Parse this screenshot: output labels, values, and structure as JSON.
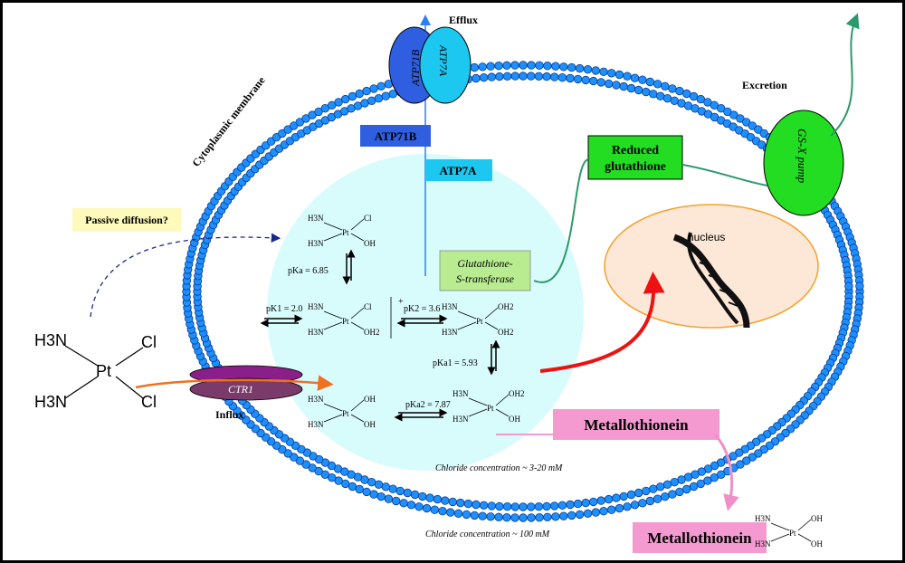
{
  "labels": {
    "efflux": "Efflux",
    "excretion": "Excretion",
    "membrane": "Cytoplasmic membrane",
    "passive": "Passive diffusion?",
    "influx": "Influx",
    "nucleus": "nucleus",
    "gst": [
      "Glutathione-",
      "S-transferase"
    ],
    "gsh": [
      "Reduced",
      "glutathione"
    ],
    "gsx_pump": "GS-X pump",
    "ctr1": "CTR1",
    "atp7b": "ATP71B",
    "atp7a": "ATP7A",
    "atp7b_tag": "ATP71B",
    "atp7a_tag": "ATP7A",
    "mt_inside": "Metallothionein",
    "mt_outside": "Metallothionein",
    "chloride_in": "Chloride concentration ~ 3-20 mM",
    "chloride_out": "Chloride concentration ~ 100 mM"
  },
  "cisplatin": {
    "left_top": "H3N",
    "left_bottom": "H3N",
    "metal": "Pt",
    "right_top": "Cl",
    "right_bottom": "Cl"
  },
  "species": {
    "s1": {
      "a": "H3N",
      "b": "H3N",
      "c": "Cl",
      "d": "OH"
    },
    "s2": {
      "a": "H3N",
      "b": "H3N",
      "c": "Cl",
      "d": "OH2",
      "charge": "+"
    },
    "s3": {
      "a": "H3N",
      "b": "H3N",
      "c": "OH2",
      "d": "OH2"
    },
    "s4": {
      "a": "H3N",
      "b": "H3N",
      "c": "OH2",
      "d": "OH"
    },
    "s5": {
      "a": "H3N",
      "b": "H3N",
      "c": "OH",
      "d": "OH"
    },
    "s6": {
      "a": "H3N",
      "b": "H3N",
      "c": "OH",
      "d": "OH"
    }
  },
  "pk": {
    "pka": "pKa = 6.85",
    "pk1": "pK1 = 2.0",
    "pk2": "pK2 = 3.6",
    "pka1": "pKa1 = 5.93",
    "pka2": "pKa2 = 7.87"
  },
  "colors": {
    "bead": "#1e8fff",
    "gsh_green": "#22dd22",
    "atp7b": "#2f5fe0",
    "atp7a": "#1cc8f0",
    "mt_pink": "#f59ad0",
    "cell_blue": "#d8fbfc",
    "nucleus_fill": "#fde8d8",
    "gst_fill": "#b9ec90",
    "passive_fill": "#fdfabb"
  }
}
